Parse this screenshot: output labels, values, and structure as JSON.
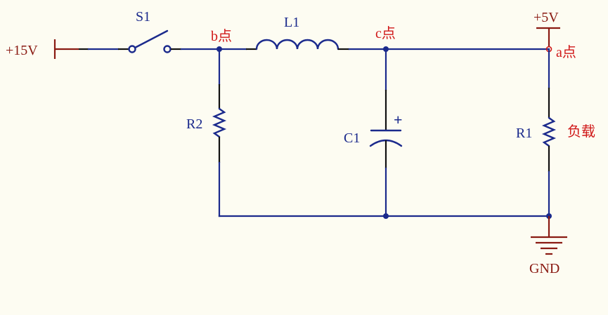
{
  "power": {
    "vin_label": "+15V",
    "vout_label": "+5V",
    "gnd_label": "GND"
  },
  "components": {
    "switch": "S1",
    "inductor": "L1",
    "capacitor": "C1",
    "capacitor_polarity": "+",
    "resistor_r2": "R2",
    "resistor_r1": "R1"
  },
  "nodes": {
    "a": "a点",
    "b": "b点",
    "c": "c点"
  },
  "annotations": {
    "load": "负载"
  },
  "colors": {
    "wire": "#1b2a8c",
    "pin": "#111111",
    "node_label": "#d01818",
    "power_port": "#8a1a12",
    "background": "#fdfcf2"
  }
}
